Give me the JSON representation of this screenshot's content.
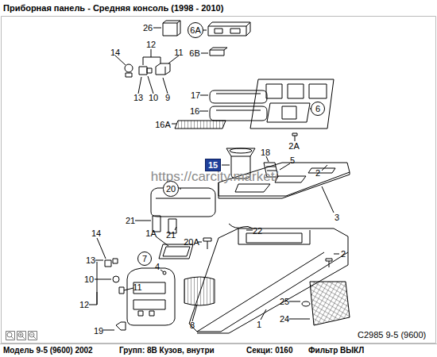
{
  "diagram": {
    "title": "Приборная панель - Средняя консоль  (1998 - 2010)",
    "nodes": [
      {
        "text": [
          "6A"
        ]
      },
      {
        "text": [
          "6"
        ]
      },
      {
        "text": [
          "15"
        ]
      },
      {
        "text": [
          "20"
        ]
      },
      {
        "text": [
          "7"
        ]
      }
    ],
    "labels": [
      "26",
      "6B",
      "14",
      "12",
      "11",
      "13",
      "10",
      "9",
      "17",
      "16",
      "16A",
      "2A",
      "18",
      "5",
      "2",
      "3",
      "21",
      "21",
      "22",
      "1A",
      "20A",
      "14",
      "2",
      "13",
      "4",
      "10",
      "11",
      "12",
      "25",
      "24",
      "8",
      "19",
      "1",
      "C2985 9-5 (9600)",
      "https://carcity.market/",
      "Модель 9-5 (9600) 2002",
      "Групп: 8B Кузов, внутри",
      "Секци: 0160",
      "Фильтр ВЫКЛ"
    ]
  }
}
